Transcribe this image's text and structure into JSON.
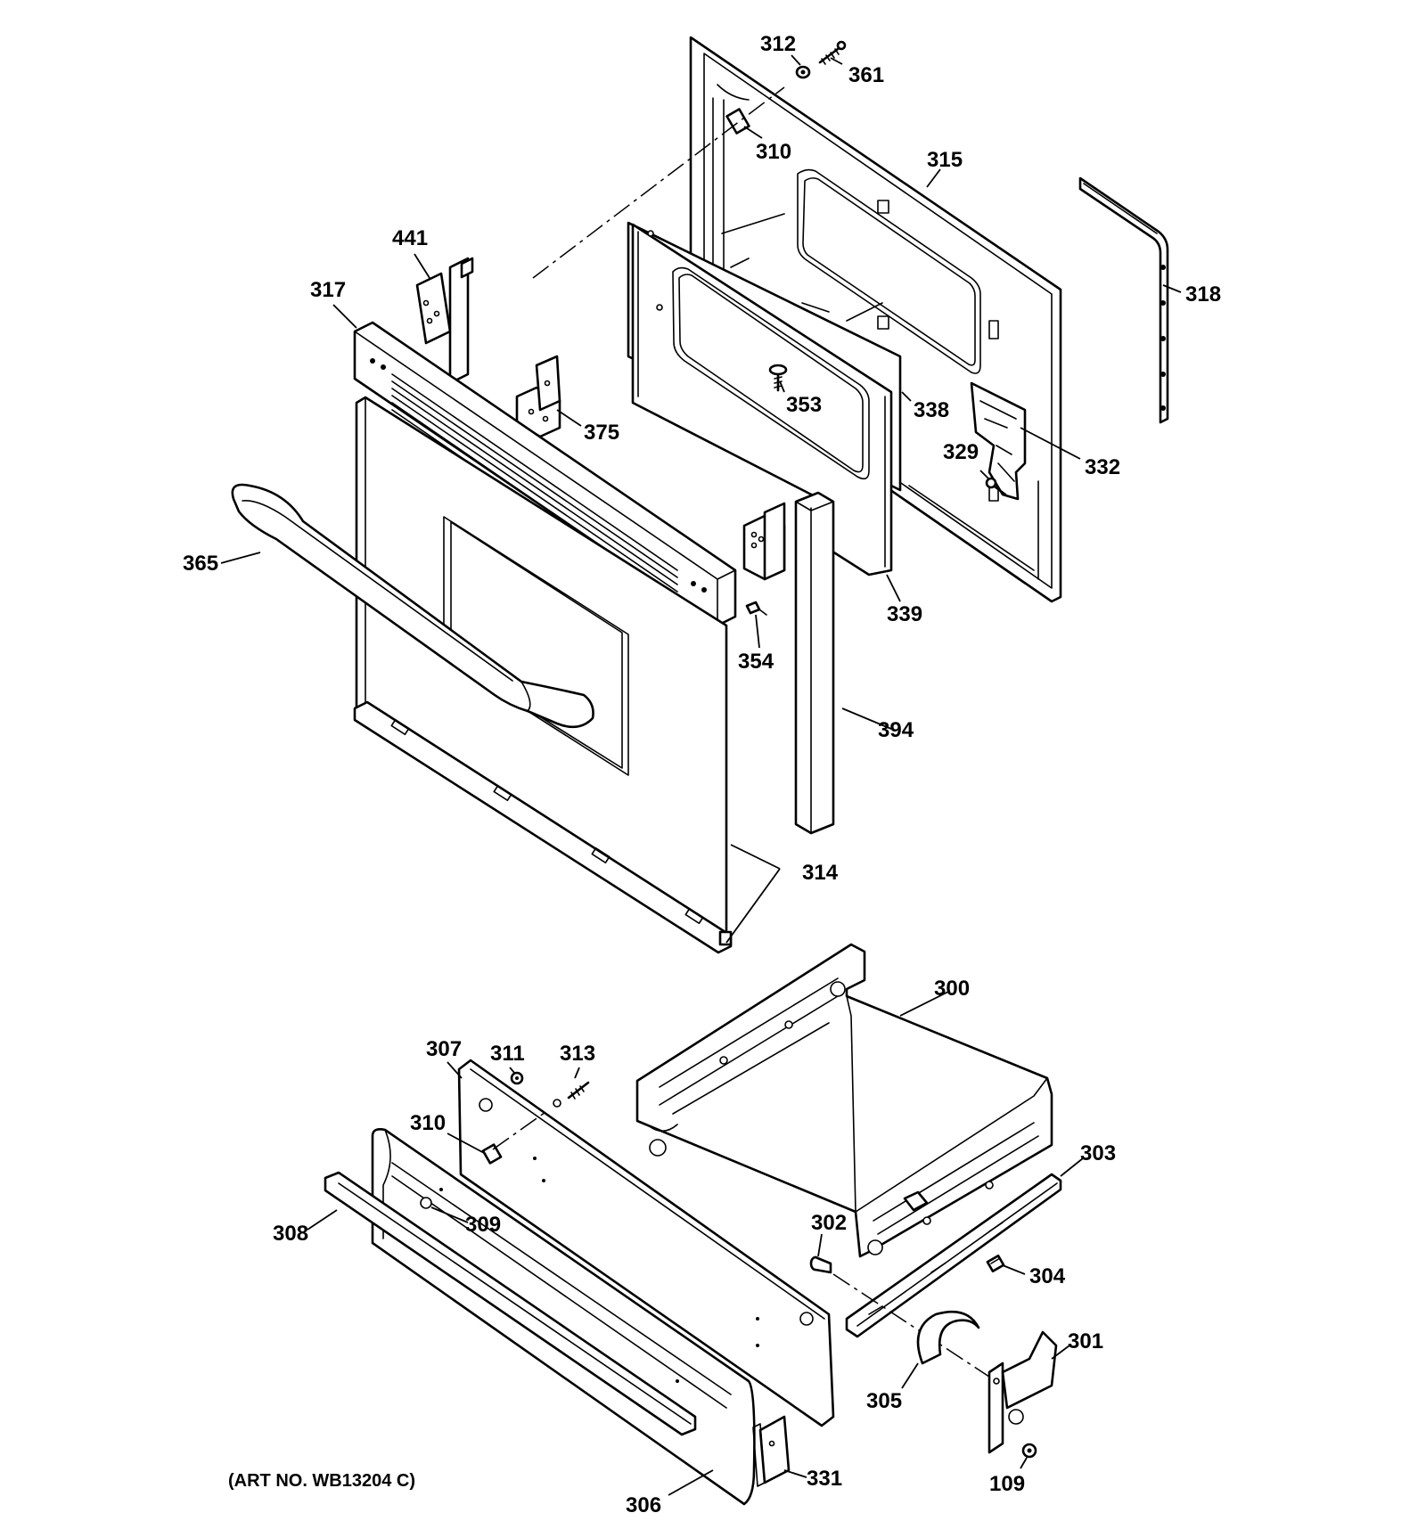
{
  "diagram": {
    "art_number": "(ART NO. WB13204 C)",
    "labels": {
      "p312": "312",
      "p361": "361",
      "p310a": "310",
      "p315": "315",
      "p318": "318",
      "p441": "441",
      "p317": "317",
      "p375": "375",
      "p353": "353",
      "p338": "338",
      "p332": "332",
      "p329": "329",
      "p365": "365",
      "p339": "339",
      "p354": "354",
      "p394": "394",
      "p314": "314",
      "p300": "300",
      "p307": "307",
      "p311": "311",
      "p313": "313",
      "p310b": "310",
      "p303": "303",
      "p302": "302",
      "p308": "308",
      "p309": "309",
      "p304": "304",
      "p301": "301",
      "p305": "305",
      "p109": "109",
      "p331": "331",
      "p306": "306"
    }
  }
}
